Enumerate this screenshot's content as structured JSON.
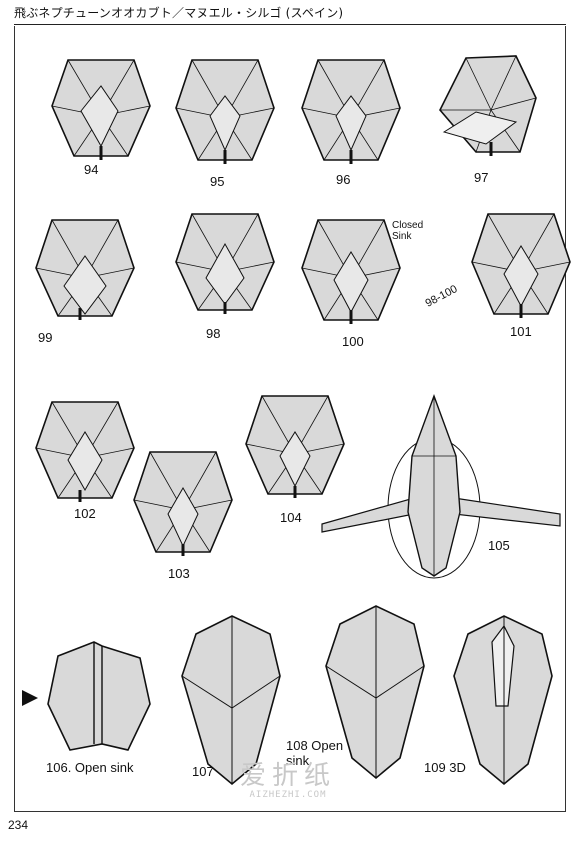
{
  "header": {
    "title": "飛ぶネプチューンオオカブト／マヌエル・シルゴ (スペイン)"
  },
  "page_number": "234",
  "watermark": {
    "text": "爱折纸",
    "url": "AIZHEZHI.COM"
  },
  "steps": [
    {
      "label": "94"
    },
    {
      "label": "95"
    },
    {
      "label": "96"
    },
    {
      "label": "97"
    },
    {
      "label": "99"
    },
    {
      "label": "98"
    },
    {
      "label": "100"
    },
    {
      "label": "101"
    },
    {
      "label": "102"
    },
    {
      "label": "103"
    },
    {
      "label": "104"
    },
    {
      "label": "105"
    },
    {
      "label": "106. Open sink"
    },
    {
      "label": "107"
    },
    {
      "label": "108 Open sink"
    },
    {
      "label": "109 3D"
    }
  ],
  "annotations": {
    "closed_sink": "Closed Sink",
    "repeat_range": "98-100"
  },
  "colors": {
    "paper_fill": "#d9d9d9",
    "line": "#111111"
  }
}
